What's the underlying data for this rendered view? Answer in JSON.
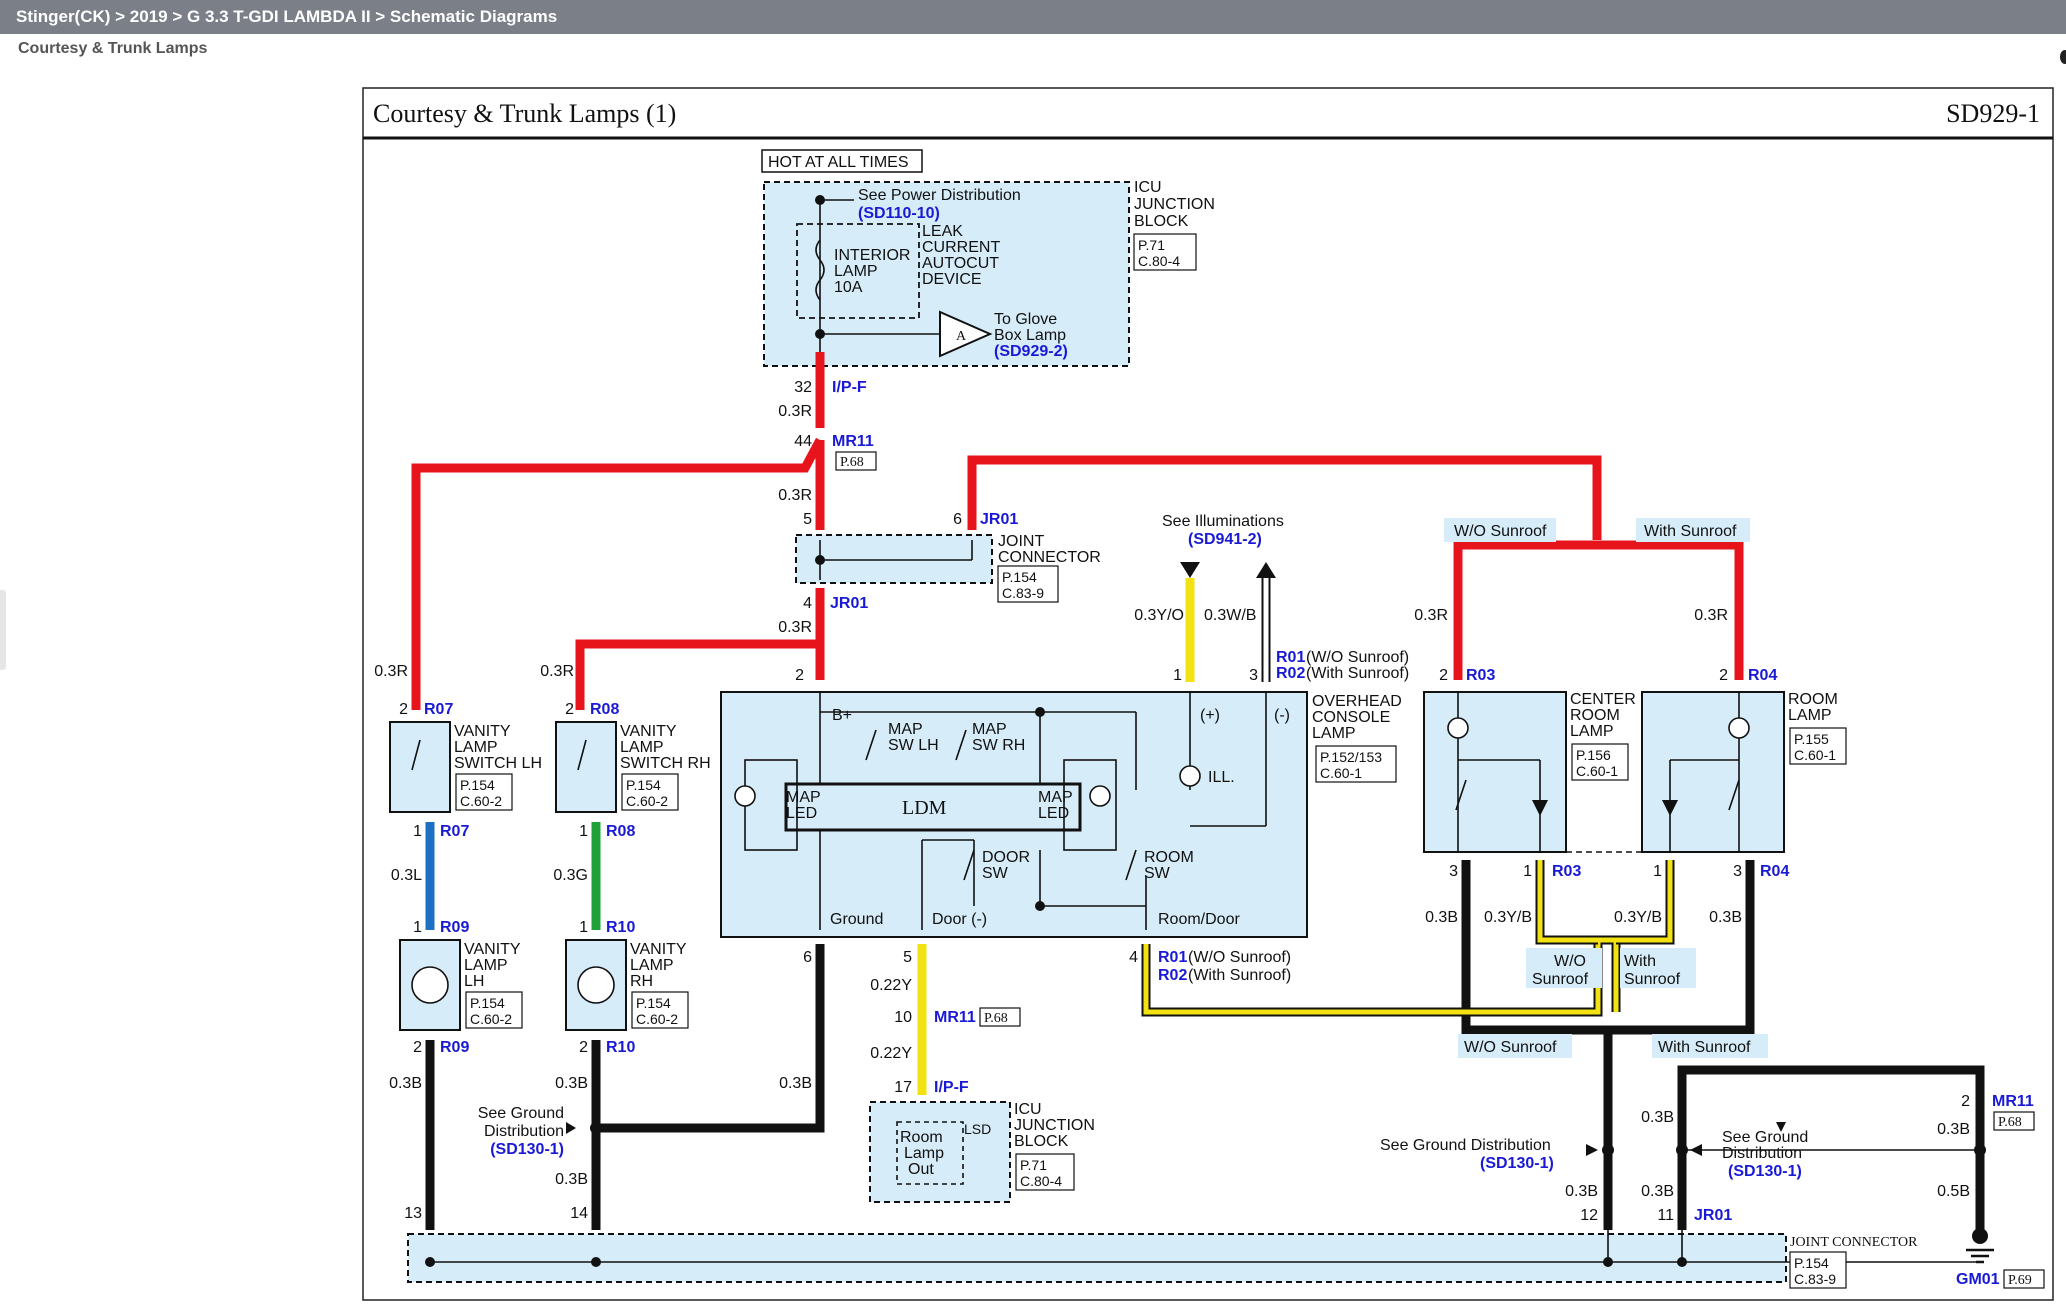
{
  "breadcrumb": "Stinger(CK) > 2019 > G 3.3 T-GDI LAMBDA II > Schematic Diagrams",
  "page_subtitle": "Courtesy & Trunk Lamps",
  "diagram": {
    "title": "Courtesy & Trunk Lamps (1)",
    "code": "SD929-1",
    "hot_label": "HOT AT ALL TIMES",
    "icu_top": {
      "see_power": "See Power Distribution",
      "see_power_ref": "(SD110-10)",
      "name": [
        "ICU",
        "JUNCTION",
        "BLOCK"
      ],
      "ref": [
        "P.71",
        "C.80-4"
      ],
      "fuse": [
        "INTERIOR",
        "LAMP",
        "10A"
      ],
      "leak": [
        "LEAK",
        "CURRENT",
        "AUTOCUT",
        "DEVICE"
      ],
      "glove": [
        "To Glove",
        "Box Lamp"
      ],
      "glove_ref": "(SD929-2)",
      "connector_letter": "A"
    },
    "wires_top": {
      "pin32": "32",
      "ipf": "I/P-F",
      "w1": "0.3R",
      "pin44": "44",
      "mr11": "MR11",
      "p68": "P.68",
      "w2": "0.3R",
      "pin5": "5",
      "pin6": "6",
      "jr01a": "JR01",
      "pin4": "4",
      "jr01b": "JR01",
      "w3": "0.3R"
    },
    "joint_top": {
      "name": [
        "JOINT",
        "CONNECTOR"
      ],
      "ref": [
        "P.154",
        "C.83-9"
      ]
    },
    "illum": {
      "label": "See Illuminations",
      "ref": "(SD941-2)",
      "w1": "0.3Y/O",
      "w2": "0.3W/B"
    },
    "overhead": {
      "pin2": "2",
      "pin1": "1",
      "pin3": "3",
      "r01": "R01",
      "r01_note": "(W/O Sunroof)",
      "r02": "R02",
      "r02_note": "(With Sunroof)",
      "name": [
        "OVERHEAD",
        "CONSOLE",
        "LAMP"
      ],
      "ref": [
        "P.152/153",
        "C.60-1"
      ],
      "bplus": "B+",
      "map_sw_lh": [
        "MAP",
        "SW LH"
      ],
      "map_sw_rh": [
        "MAP",
        "SW RH"
      ],
      "ldm": "LDM",
      "map_led_l": [
        "MAP",
        "LED"
      ],
      "map_led_r": [
        "MAP",
        "LED"
      ],
      "plus": "(+)",
      "minus": "(-)",
      "ill": "ILL.",
      "door_sw": [
        "DOOR",
        "SW"
      ],
      "room_sw": [
        "ROOM",
        "SW"
      ],
      "ground": "Ground",
      "door_minus": "Door (-)",
      "room_door": "Room/Door",
      "pin6": "6",
      "pin5": "5",
      "pin4": "4",
      "r01b": "R01",
      "r01b_note": "(W/O Sunroof)",
      "r02b": "R02",
      "r02b_note": "(With Sunroof)"
    },
    "vanity_lh": {
      "w_top": "0.3R",
      "pin2": "2",
      "r07": "R07",
      "name": [
        "VANITY",
        "LAMP",
        "SWITCH LH"
      ],
      "ref": [
        "P.154",
        "C.60-2"
      ],
      "pin1": "1",
      "r07b": "R07",
      "w_mid": "0.3L",
      "pin1b": "1",
      "r09": "R09",
      "lamp_name": [
        "VANITY",
        "LAMP",
        "LH"
      ],
      "lamp_ref": [
        "P.154",
        "C.60-2"
      ],
      "pin2b": "2",
      "r09b": "R09",
      "w_bot": "0.3B",
      "pin13": "13"
    },
    "vanity_rh": {
      "w_top": "0.3R",
      "pin2": "2",
      "r08": "R08",
      "name": [
        "VANITY",
        "LAMP",
        "SWITCH RH"
      ],
      "ref": [
        "P.154",
        "C.60-2"
      ],
      "pin1": "1",
      "r08b": "R08",
      "w_mid": "0.3G",
      "pin1b": "1",
      "r10": "R10",
      "lamp_name": [
        "VANITY",
        "LAMP",
        "RH"
      ],
      "lamp_ref": [
        "P.154",
        "C.60-2"
      ],
      "pin2b": "2",
      "r10b": "R10",
      "w_bot": "0.3B",
      "w_bot2": "0.3B",
      "pin14": "14"
    },
    "ground_left": {
      "label": [
        "See Ground",
        "Distribution"
      ],
      "ref": "(SD130-1)",
      "w": "0.3B"
    },
    "door_wire": {
      "w1": "0.22Y",
      "pin10": "10",
      "mr11": "MR11",
      "p68": "P.68",
      "w2": "0.22Y",
      "pin17": "17",
      "ipf": "I/P-F"
    },
    "icu_bottom": {
      "lsd": "LSD",
      "room": [
        "Room",
        "Lamp",
        "Out"
      ],
      "name": [
        "ICU",
        "JUNCTION",
        "BLOCK"
      ],
      "ref": [
        "P.71",
        "C.80-4"
      ]
    },
    "sunroof": {
      "wo": "W/O Sunroof",
      "with": "With Sunroof",
      "wo2": [
        "W/O",
        "Sunroof"
      ],
      "with2": [
        "With",
        "Sunroof"
      ],
      "wo3": "W/O Sunroof",
      "with3": "With Sunroof"
    },
    "center": {
      "w": "0.3R",
      "pin2": "2",
      "r03": "R03",
      "name": [
        "CENTER",
        "ROOM",
        "LAMP"
      ],
      "ref": [
        "P.156",
        "C.60-1"
      ],
      "pin3": "3",
      "pin1": "1",
      "r03b": "R03",
      "w_b": "0.3B",
      "w_yb": "0.3Y/B"
    },
    "room": {
      "w": "0.3R",
      "pin2": "2",
      "r04": "R04",
      "name": [
        "ROOM",
        "LAMP"
      ],
      "ref": [
        "P.155",
        "C.60-1"
      ],
      "pin1": "1",
      "pin3": "3",
      "r04b": "R04",
      "w_yb": "0.3Y/B",
      "w_b": "0.3B"
    },
    "ground_right": {
      "label1": "See Ground Distribution",
      "ref1": "(SD130-1)",
      "label2": [
        "See Ground",
        "Distribution"
      ],
      "ref2": "(SD130-1)",
      "w1": "0.3B",
      "w2": "0.3B",
      "w3": "0.3B",
      "w4": "0.3B",
      "w5": "0.5B",
      "pin12": "12",
      "pin11": "11",
      "jr01": "JR01",
      "pin2": "2",
      "mr11": "MR11",
      "p68": "P.68"
    },
    "joint_bottom": {
      "name": "JOINT CONNECTOR",
      "ref": [
        "P.154",
        "C.83-9"
      ]
    },
    "gm01": {
      "label": "GM01",
      "ref": "P.69"
    },
    "colors": {
      "red": "#e8141c",
      "black": "#111111",
      "blue": "#1c6fc2",
      "green": "#1fa13a",
      "yellow": "#f3e212",
      "box": "#d6ecf8",
      "refblue": "#1a1ad6"
    }
  }
}
